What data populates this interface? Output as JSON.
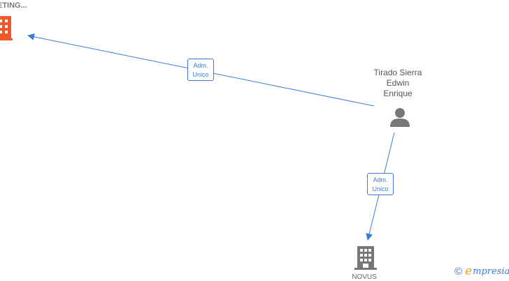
{
  "nodes": {
    "top_company": {
      "label": "ETING..."
    },
    "person": {
      "name_lines": [
        "Tirado Sierra",
        "Edwin",
        "Enrique"
      ]
    },
    "bottom_company": {
      "label": "NOVUS"
    }
  },
  "edges": [
    {
      "role_lines": [
        "Adm.",
        "Unico"
      ]
    },
    {
      "role_lines": [
        "Adm.",
        "Unico"
      ]
    }
  ],
  "watermark": {
    "symbol": "©",
    "brand_initial": "e",
    "brand_rest": "mpresia"
  },
  "colors": {
    "edge": "#3a7bd5",
    "company_highlight": "#f05a28",
    "company": "#777777",
    "person": "#777777"
  },
  "icons": {
    "company": "building-icon",
    "person": "person-icon"
  }
}
